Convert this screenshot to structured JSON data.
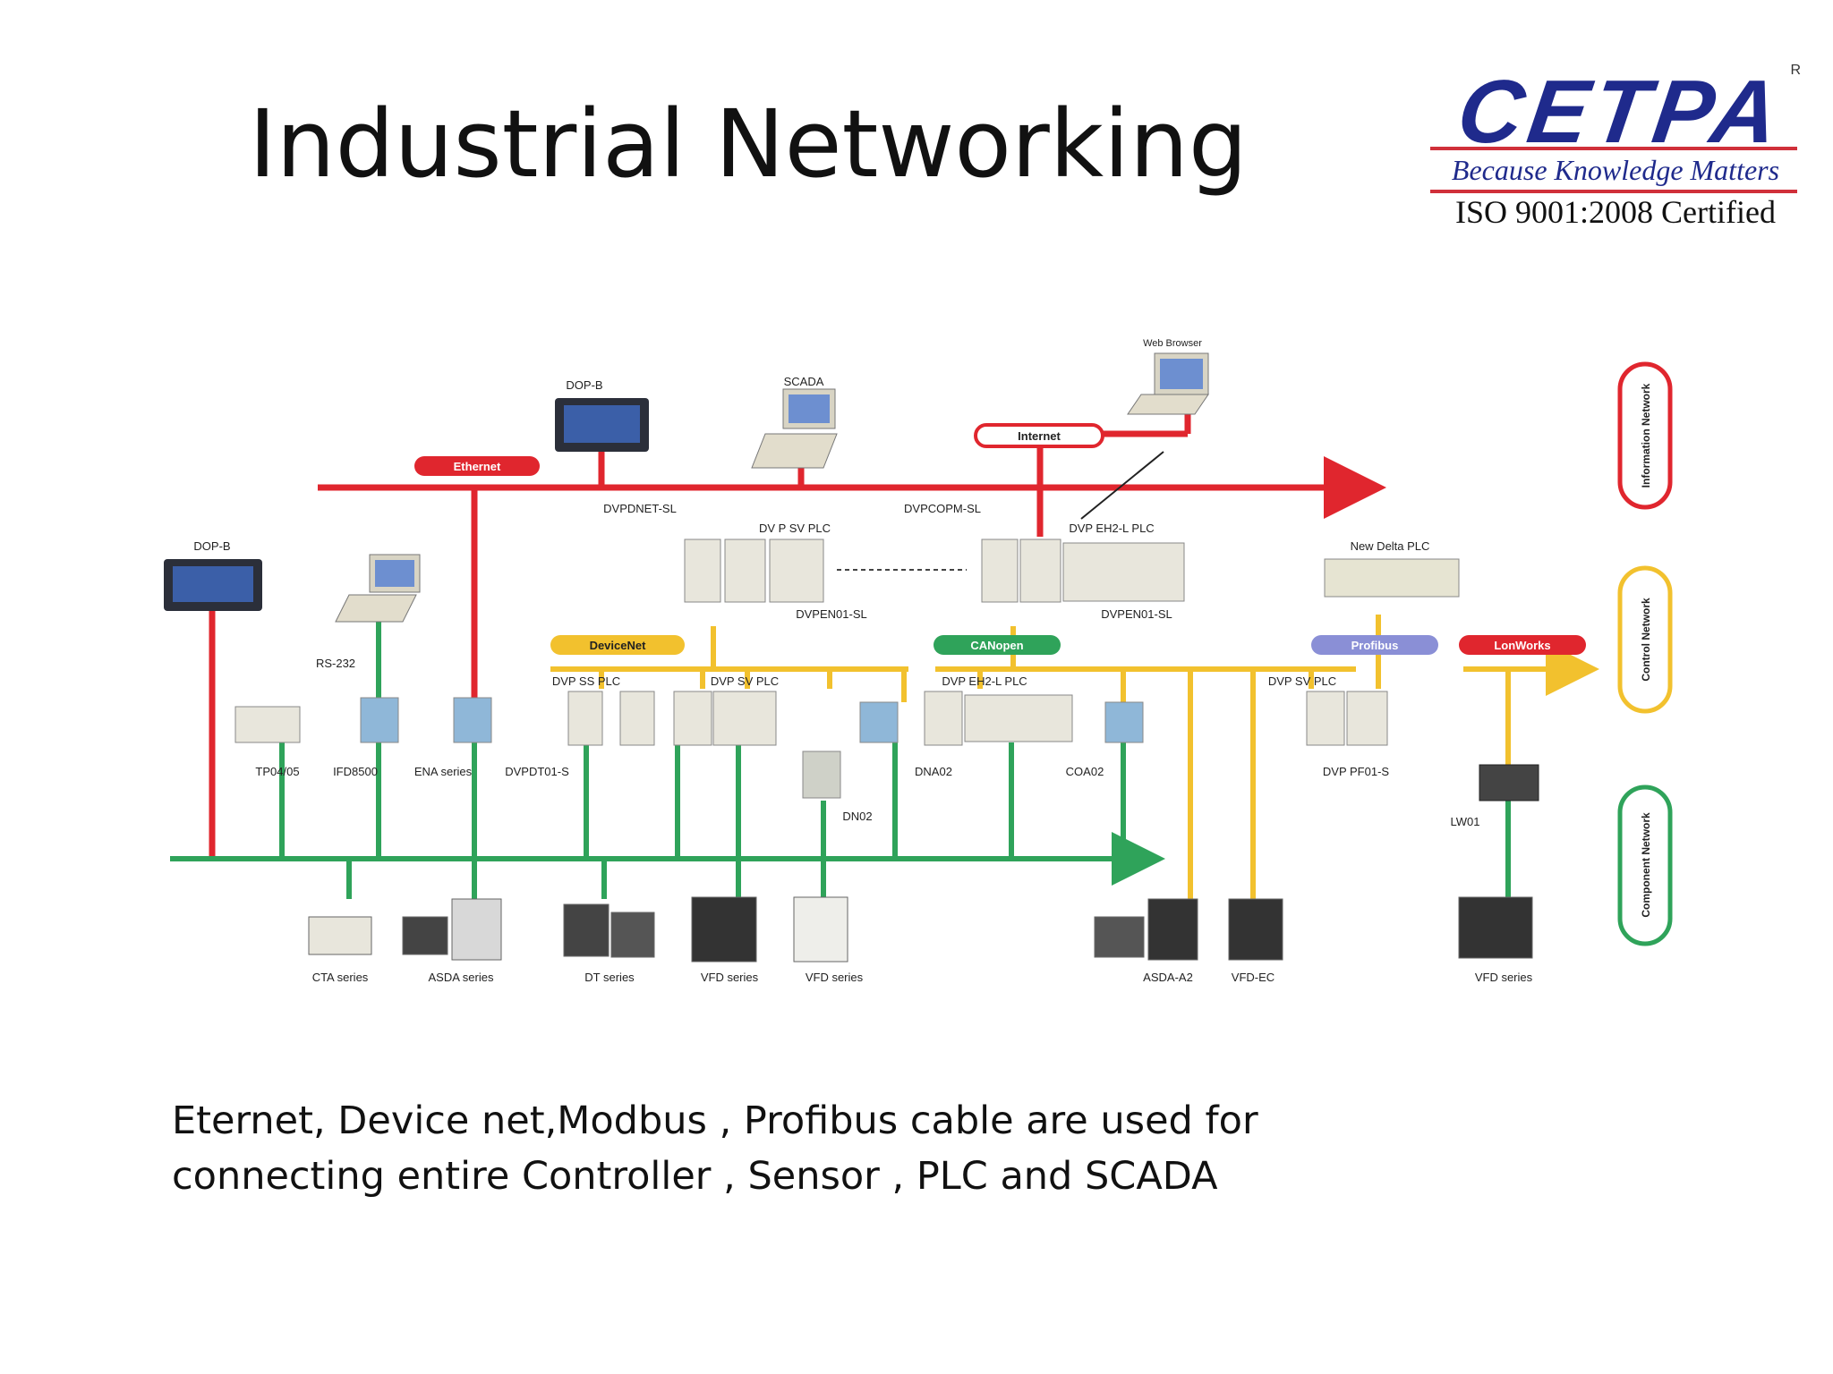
{
  "title": "Industrial Networking",
  "logo": {
    "name": "CETPA",
    "registered": "R",
    "tagline": "Because Knowledge Matters",
    "certification": "ISO 9001:2008 Certified"
  },
  "diagram": {
    "bus_labels": {
      "ethernet": "Ethernet",
      "internet": "Internet",
      "devicenet": "DeviceNet",
      "canopen": "CANopen",
      "profibus": "Profibus",
      "lonworks": "LonWorks"
    },
    "side_labels": {
      "information": "Information Network",
      "control": "Control Network",
      "component": "Component Network"
    },
    "device_labels": {
      "dop_b_top": "DOP-B",
      "scada": "SCADA",
      "web_browser": "Web Browser",
      "dvpdnet": "DVPDNET-SL",
      "dvp_sv_plc_top": "DV P SV PLC",
      "dvpcopm": "DVPCOPM-SL",
      "dvp_eh2_top": "DVP EH2-L PLC",
      "dvpen01_a": "DVPEN01-SL",
      "dvpen01_b": "DVPEN01-SL",
      "new_delta": "New Delta PLC",
      "dop_b_left": "DOP-B",
      "rs232": "RS-232",
      "dvp_ss_plc": "DVP SS PLC",
      "dvp_sv_plc_mid": "DVP SV PLC",
      "dvp_eh2_mid": "DVP EH2-L PLC",
      "dvp_sv_plc_right": "DVP SV PLC",
      "tp04": "TP04/05",
      "ifd8500": "IFD8500",
      "ena": "ENA series",
      "dvpdt01": "DVPDT01-S",
      "dna02": "DNA02",
      "coa02": "COA02",
      "dvppf01": "DVP PF01-S",
      "dn02": "DN02",
      "lw01": "LW01",
      "cta": "CTA series",
      "asda": "ASDA series",
      "dt": "DT series",
      "vfd_a": "VFD series",
      "vfd_b": "VFD series",
      "asda_a2": "ASDA-A2",
      "vfd_ec": "VFD-EC",
      "vfd_c": "VFD series"
    }
  },
  "caption": {
    "line1": "Eternet, Device net,Modbus , Profibus cable are used for",
    "line2": "connecting entire Controller , Sensor , PLC and SCADA"
  },
  "colors": {
    "ethernet_red": "#e0262e",
    "control_yellow": "#f2c12e",
    "component_green": "#2fa35a",
    "profibus_blue": "#8a8fd6",
    "logo_blue": "#1f2a8c"
  }
}
